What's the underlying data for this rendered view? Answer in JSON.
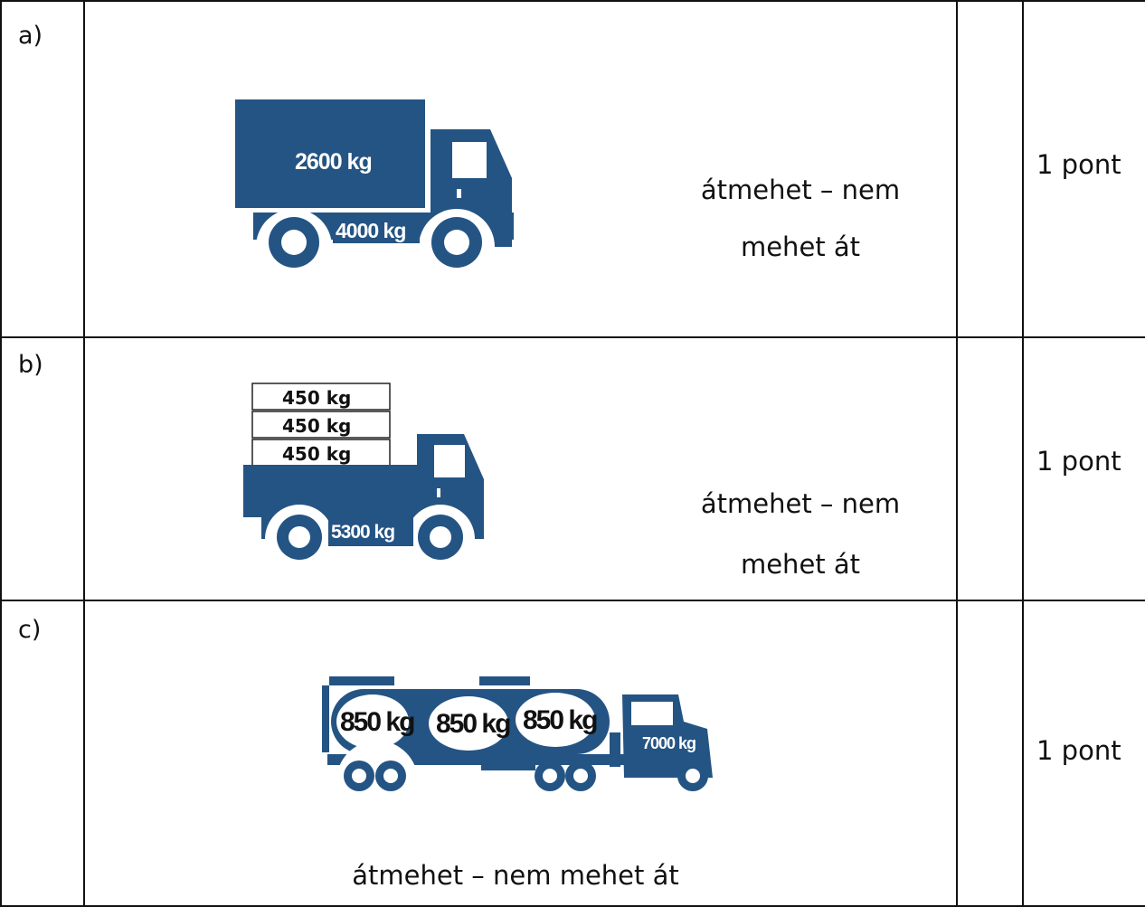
{
  "rows": [
    {
      "label": "a)",
      "answer_line1": "átmehet – nem",
      "answer_line2": "mehet át",
      "points": "1 pont",
      "truck": {
        "cargo": "2600 kg",
        "chassis": "4000 kg"
      }
    },
    {
      "label": "b)",
      "answer_line1": "átmehet – nem",
      "answer_line2": "mehet át",
      "points": "1 pont",
      "truck": {
        "boxes": [
          "450 kg",
          "450 kg",
          "450 kg"
        ],
        "chassis": "5300 kg"
      }
    },
    {
      "label": "c)",
      "answer": "átmehet – nem mehet át",
      "points": "1 pont",
      "truck": {
        "tanks": [
          "850 kg",
          "850 kg",
          "850 kg"
        ],
        "cab": "7000 kg"
      }
    }
  ],
  "colors": {
    "truck": "#245483",
    "line": "#111111"
  }
}
